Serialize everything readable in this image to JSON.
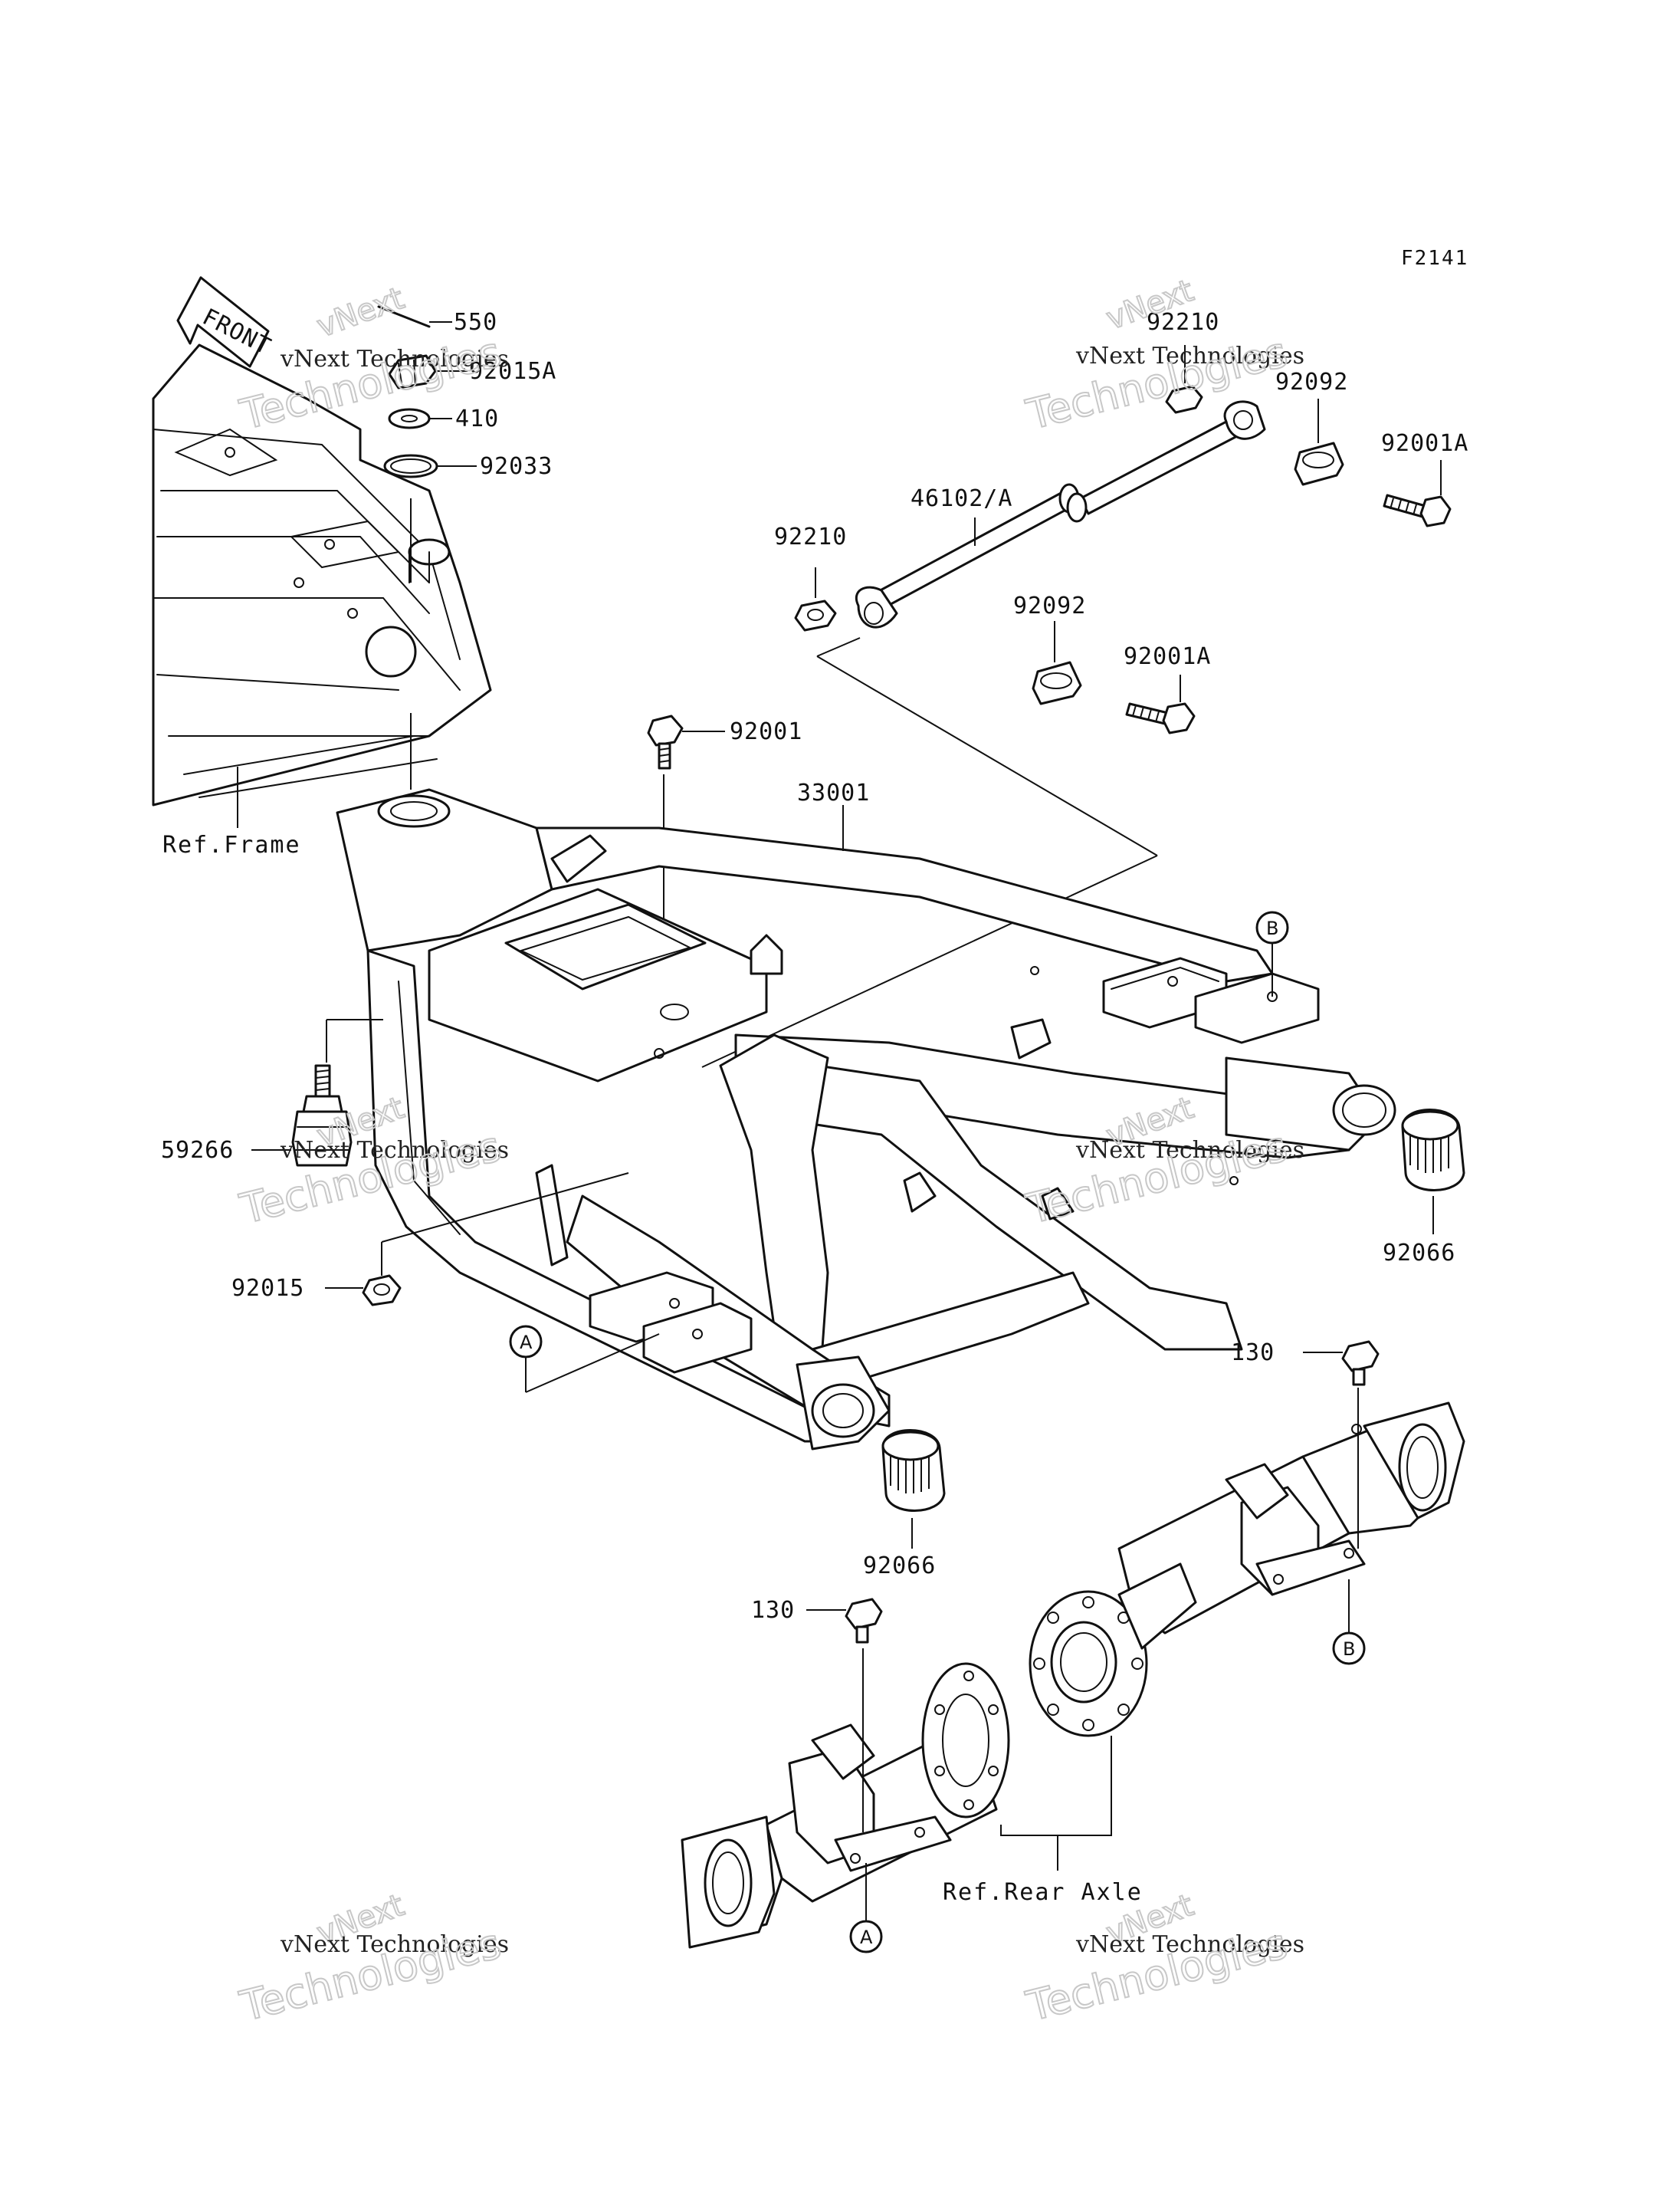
{
  "figure_id": "F2141",
  "front_label": "FRONT",
  "watermark": {
    "small": "vNext",
    "brand": "Technologies",
    "full": "vNext Technologies"
  },
  "refs": {
    "frame": "Ref.Frame",
    "rear_axle": "Ref.Rear Axle"
  },
  "markers": {
    "a": "A",
    "b": "B"
  },
  "parts": {
    "p550": "550",
    "p92015a": "92015A",
    "p410": "410",
    "p92033": "92033",
    "p92210_top": "92210",
    "p92092_top": "92092",
    "p92001a_top": "92001A",
    "p46102": "46102/A",
    "p92210_left": "92210",
    "p92092_mid": "92092",
    "p92001a_mid": "92001A",
    "p92001": "92001",
    "p33001": "33001",
    "p59266": "59266",
    "p92015": "92015",
    "p92066_right": "92066",
    "p92066_bottom": "92066",
    "p130_right": "130",
    "p130_left": "130"
  }
}
